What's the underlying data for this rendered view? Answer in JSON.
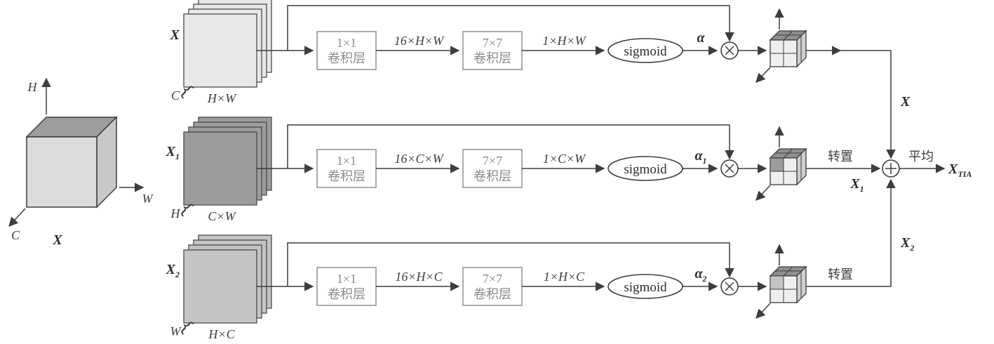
{
  "colors": {
    "line": "#3d3d3d",
    "box_border": "#909090",
    "box_text": "#8a8a8a",
    "stack_fill_1": "#e8e8e8",
    "stack_fill_2": "#9c9c9c",
    "stack_fill_3": "#c4c4c4"
  },
  "cube": {
    "h": "H",
    "w": "W",
    "c": "C",
    "label": "X"
  },
  "branches": [
    {
      "stack_label": "X",
      "stack_sub": "",
      "depth_label": "C",
      "face_label": "H×W",
      "conv1_top": "1×1",
      "conv1_bottom": "卷积层",
      "mid_label": "16×H×W",
      "conv2_top": "7×7",
      "conv2_bottom": "卷积层",
      "post_label": "1×H×W",
      "sigmoid_label": "sigmoid",
      "alpha": "α",
      "alpha_sub": "",
      "transpose_label": "",
      "out_label": "X",
      "out_sub": ""
    },
    {
      "stack_label": "X",
      "stack_sub": "1",
      "depth_label": "H",
      "face_label": "C×W",
      "conv1_top": "1×1",
      "conv1_bottom": "卷积层",
      "mid_label": "16×C×W",
      "conv2_top": "7×7",
      "conv2_bottom": "卷积层",
      "post_label": "1×C×W",
      "sigmoid_label": "sigmoid",
      "alpha": "α",
      "alpha_sub": "1",
      "transpose_label": "转置",
      "out_label": "X",
      "out_sub": "1"
    },
    {
      "stack_label": "X",
      "stack_sub": "2",
      "depth_label": "W",
      "face_label": "H×C",
      "conv1_top": "1×1",
      "conv1_bottom": "卷积层",
      "mid_label": "16×H×C",
      "conv2_top": "7×7",
      "conv2_bottom": "卷积层",
      "post_label": "1×H×C",
      "sigmoid_label": "sigmoid",
      "alpha": "α",
      "alpha_sub": "2",
      "transpose_label": "转置",
      "out_label": "X",
      "out_sub": "2"
    }
  ],
  "merge": {
    "avg_label": "平均",
    "output_label": "X",
    "output_sub": "TIA"
  }
}
